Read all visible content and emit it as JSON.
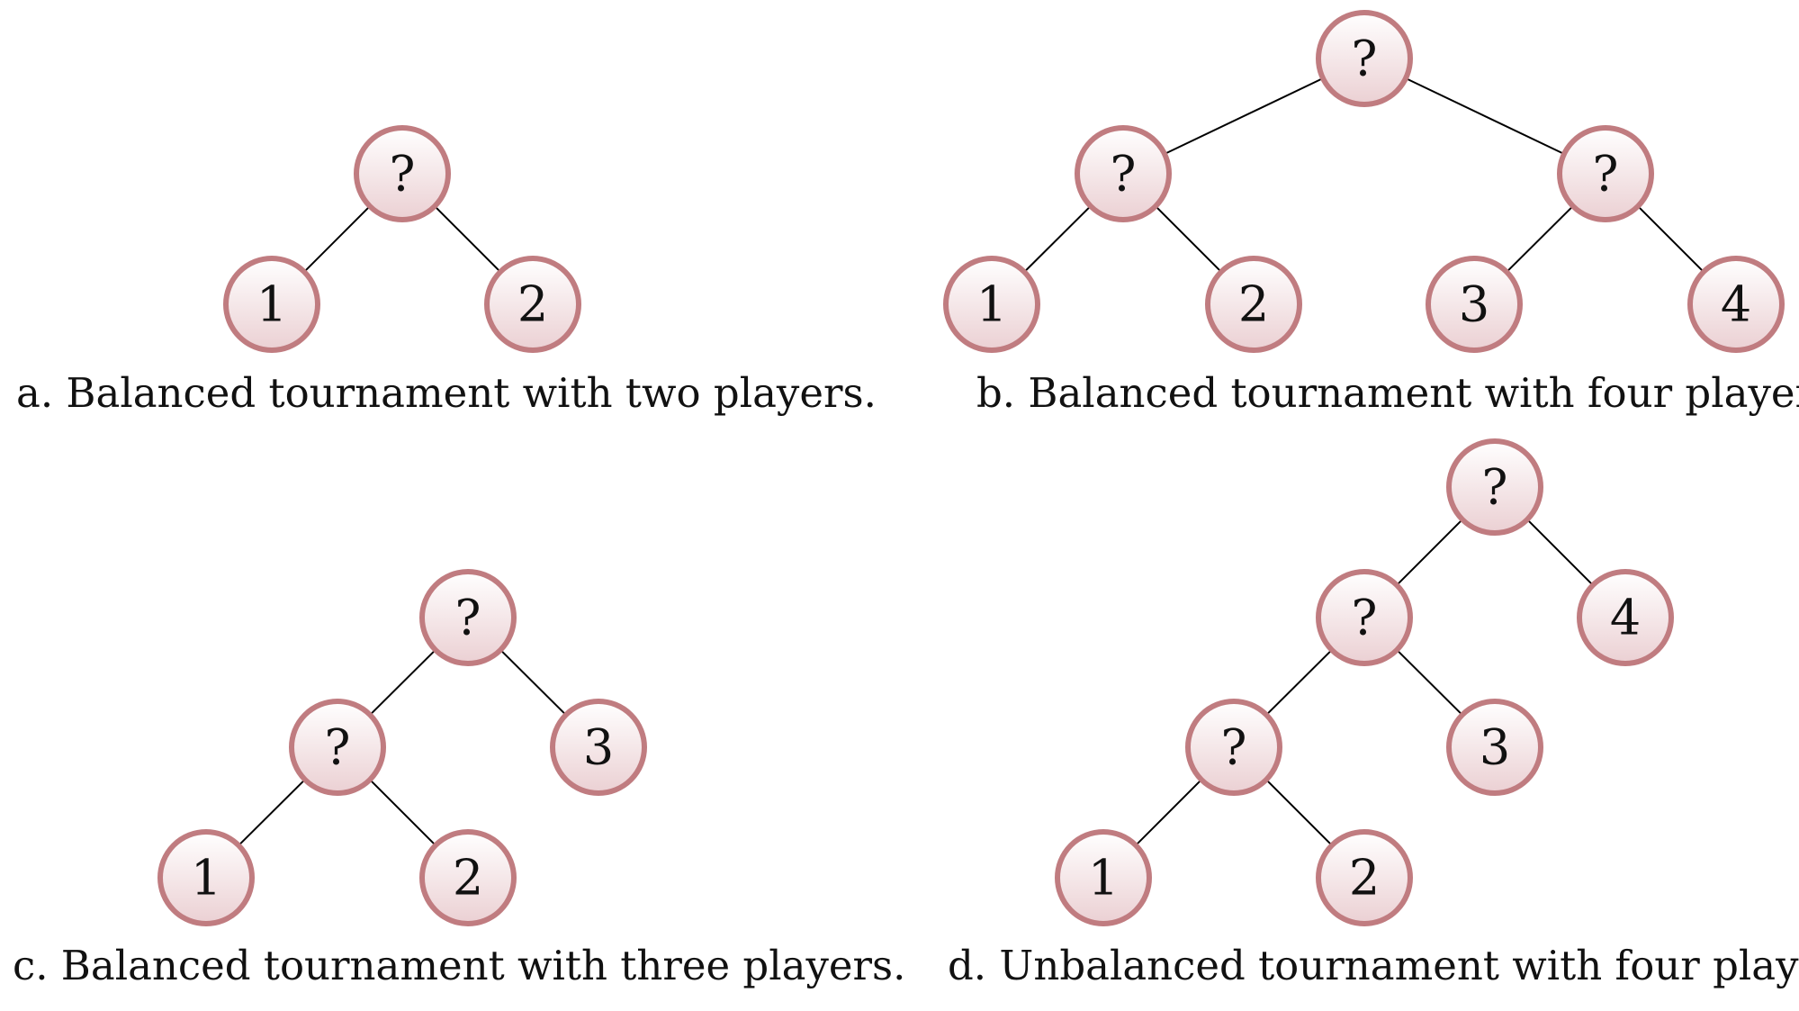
{
  "colors": {
    "node_stroke": "#c07c80",
    "node_fill_top": "#ffffff",
    "node_fill_bottom": "#ebd0d3",
    "edge": "#000000",
    "text": "#111111"
  },
  "diagrams": [
    {
      "id": "a",
      "caption": "a. Balanced tournament with two players.",
      "nodes": [
        {
          "id": "root",
          "label": "?"
        },
        {
          "id": "p1",
          "label": "1"
        },
        {
          "id": "p2",
          "label": "2"
        }
      ],
      "edges": [
        [
          "root",
          "p1"
        ],
        [
          "root",
          "p2"
        ]
      ]
    },
    {
      "id": "b",
      "caption": "b. Balanced tournament with four players.",
      "nodes": [
        {
          "id": "root",
          "label": "?"
        },
        {
          "id": "m1",
          "label": "?"
        },
        {
          "id": "m2",
          "label": "?"
        },
        {
          "id": "p1",
          "label": "1"
        },
        {
          "id": "p2",
          "label": "2"
        },
        {
          "id": "p3",
          "label": "3"
        },
        {
          "id": "p4",
          "label": "4"
        }
      ],
      "edges": [
        [
          "root",
          "m1"
        ],
        [
          "root",
          "m2"
        ],
        [
          "m1",
          "p1"
        ],
        [
          "m1",
          "p2"
        ],
        [
          "m2",
          "p3"
        ],
        [
          "m2",
          "p4"
        ]
      ]
    },
    {
      "id": "c",
      "caption": "c. Balanced tournament with three players.",
      "nodes": [
        {
          "id": "root",
          "label": "?"
        },
        {
          "id": "m1",
          "label": "?"
        },
        {
          "id": "p3",
          "label": "3"
        },
        {
          "id": "p1",
          "label": "1"
        },
        {
          "id": "p2",
          "label": "2"
        }
      ],
      "edges": [
        [
          "root",
          "m1"
        ],
        [
          "root",
          "p3"
        ],
        [
          "m1",
          "p1"
        ],
        [
          "m1",
          "p2"
        ]
      ]
    },
    {
      "id": "d",
      "caption": "d. Unbalanced tournament with four players.",
      "nodes": [
        {
          "id": "root",
          "label": "?"
        },
        {
          "id": "m1",
          "label": "?"
        },
        {
          "id": "p4",
          "label": "4"
        },
        {
          "id": "m2",
          "label": "?"
        },
        {
          "id": "p3",
          "label": "3"
        },
        {
          "id": "p1",
          "label": "1"
        },
        {
          "id": "p2",
          "label": "2"
        }
      ],
      "edges": [
        [
          "root",
          "m1"
        ],
        [
          "root",
          "p4"
        ],
        [
          "m1",
          "m2"
        ],
        [
          "m1",
          "p3"
        ],
        [
          "m2",
          "p1"
        ],
        [
          "m2",
          "p2"
        ]
      ]
    }
  ]
}
